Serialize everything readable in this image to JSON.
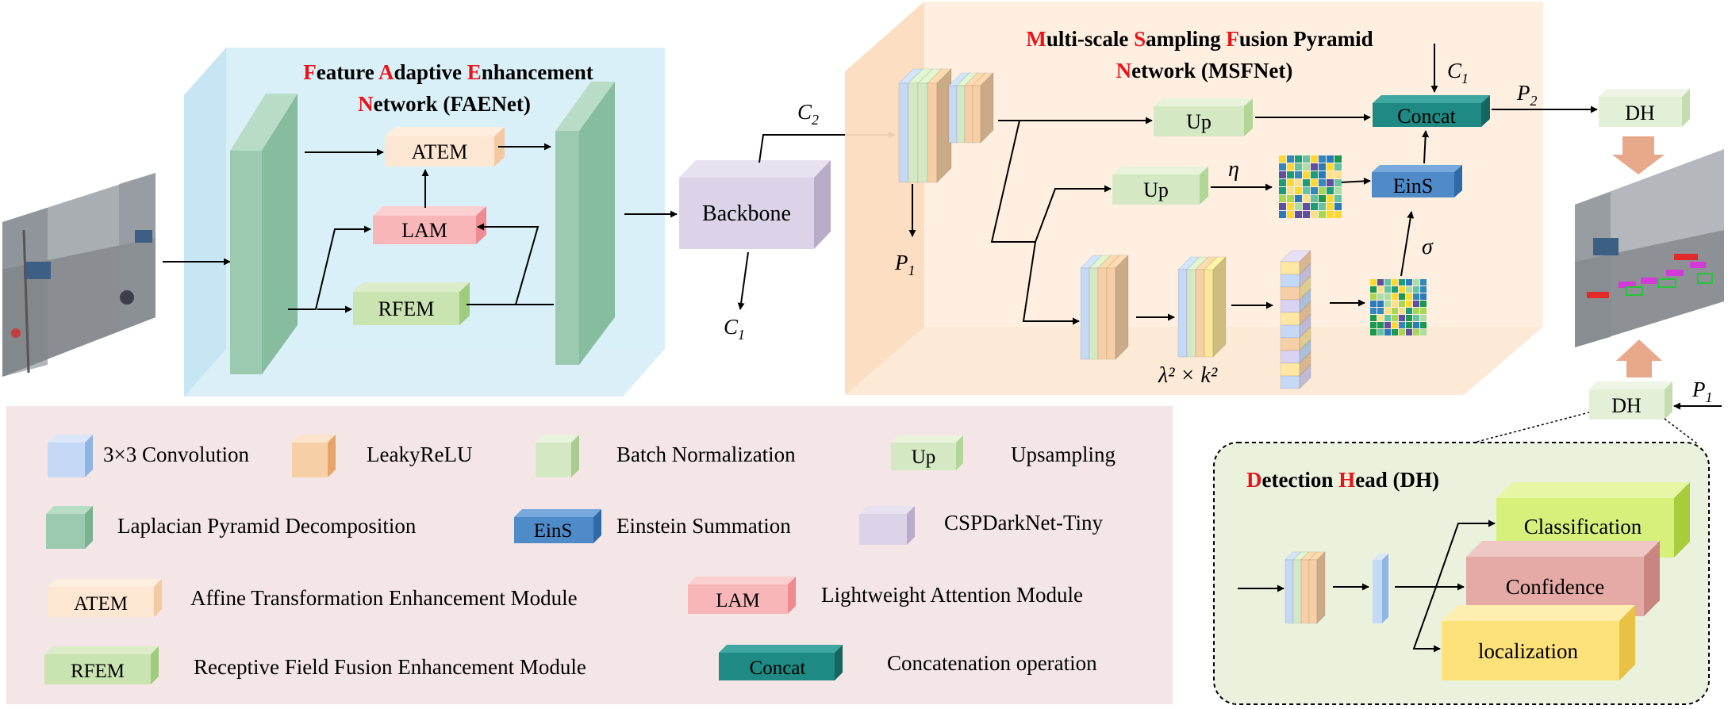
{
  "faenet": {
    "title_line1": [
      {
        "text": "F",
        "red": true
      },
      {
        "text": "eature ",
        "red": false
      },
      {
        "text": "A",
        "red": true
      },
      {
        "text": "daptive ",
        "red": false
      },
      {
        "text": "E",
        "red": true
      },
      {
        "text": "nhancement",
        "red": false
      }
    ],
    "title_line2": [
      {
        "text": "N",
        "red": true
      },
      {
        "text": "etwork (FAENet)",
        "red": false
      }
    ],
    "modules": {
      "atem": "ATEM",
      "lam": "LAM",
      "rfem": "RFEM"
    }
  },
  "backbone": {
    "label": "Backbone"
  },
  "msfnet": {
    "title_line1": [
      {
        "text": "M",
        "red": true
      },
      {
        "text": "ulti-scale ",
        "red": false
      },
      {
        "text": "S",
        "red": true
      },
      {
        "text": "ampling ",
        "red": false
      },
      {
        "text": "F",
        "red": true
      },
      {
        "text": "usion Pyramid",
        "red": false
      }
    ],
    "title_line2": [
      {
        "text": "N",
        "red": true
      },
      {
        "text": "etwork (MSFNet)",
        "red": false
      }
    ],
    "up1": "Up",
    "up2": "Up",
    "concat": "Concat",
    "eins": "EinS"
  },
  "symbols": {
    "c2_base": "C",
    "c2_sub": "2",
    "c1_base": "C",
    "c1_sub": "1",
    "c1_top_base": "C",
    "c1_top_sub": "1",
    "p1_base": "P",
    "p1_sub": "1",
    "p2_base": "P",
    "p2_sub": "2",
    "p1_right_base": "P",
    "p1_right_sub": "1",
    "eta": "η",
    "sigma": "σ",
    "lambda_k": "λ² × k²"
  },
  "dh": {
    "top": "DH",
    "bottom": "DH"
  },
  "detection_head": {
    "title": [
      {
        "text": "D",
        "red": true
      },
      {
        "text": "etection ",
        "red": false
      },
      {
        "text": "H",
        "red": true
      },
      {
        "text": "ead (DH)",
        "red": false
      }
    ],
    "classification": "Classification",
    "confidence": "Confidence",
    "localization": "localization"
  },
  "legend": {
    "conv": "3×3 Convolution",
    "leaky": "LeakyReLU",
    "bn": "Batch Normalization",
    "up_box": "Up",
    "up_desc": "Upsampling",
    "lpd": "Laplacian Pyramid Decomposition",
    "eins_box": "EinS",
    "eins_desc": "Einstein Summation",
    "csp": "CSPDarkNet-Tiny",
    "atem_box": "ATEM",
    "atem_desc": "Affine Transformation Enhancement Module",
    "lam_box": "LAM",
    "lam_desc": "Lightweight Attention Module",
    "rfem_box": "RFEM",
    "rfem_desc": "Receptive Field Fusion Enhancement Module",
    "concat_box": "Concat",
    "concat_desc": "Concatenation operation"
  },
  "colors": {
    "red": "#e8141a",
    "conv": "#c5d8f5",
    "leaky": "#f7cfa6",
    "bn": "#d5e8c4",
    "lpd": "#9ccab0",
    "eins": "#4f8bc9",
    "csp": "#dcd3e8",
    "atem": "#fde7d2",
    "lam": "#f9b6b8",
    "rfem": "#c9e3b1",
    "concat": "#1f8a84",
    "classification": "#d7f07c",
    "confidence": "#e6aaa6",
    "localization": "#fde27a"
  }
}
